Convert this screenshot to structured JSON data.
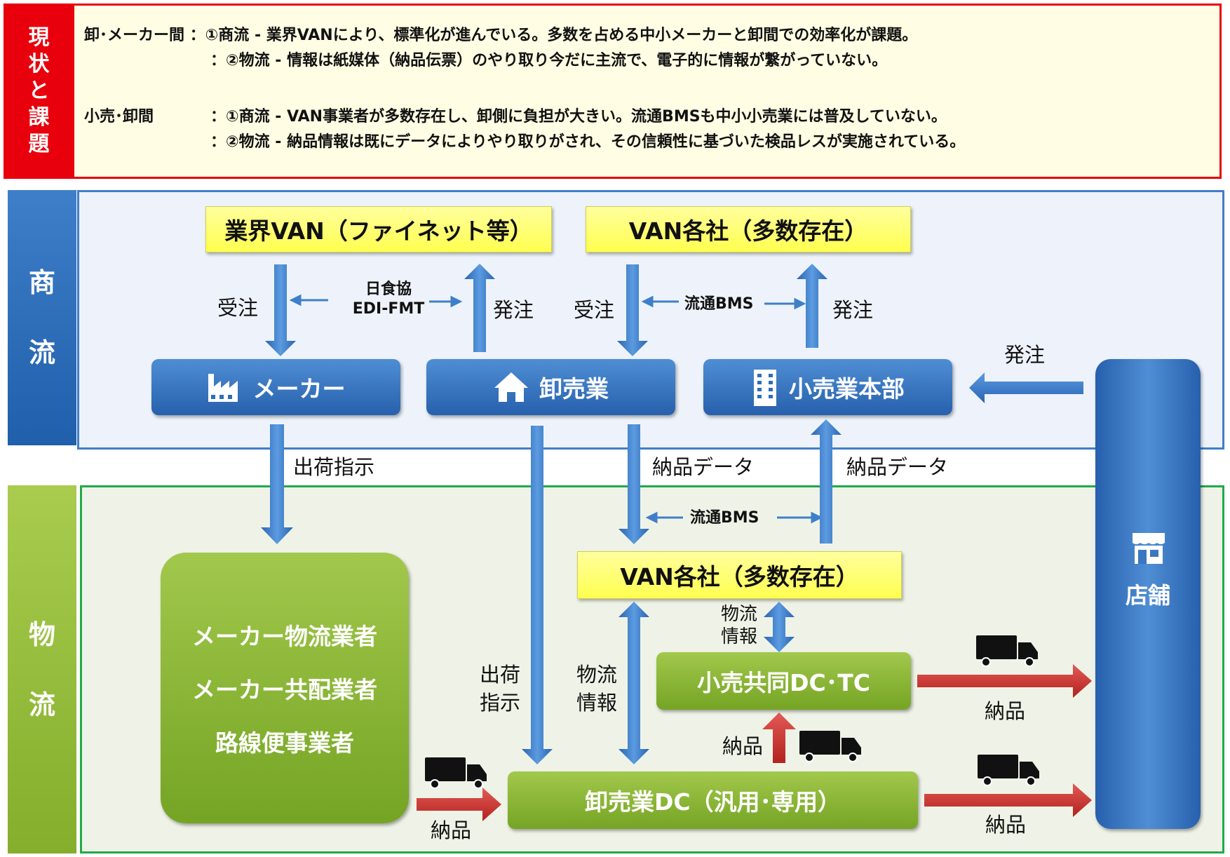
{
  "issues": {
    "tag": [
      "現",
      "状",
      "と",
      "課",
      "題"
    ],
    "lines": [
      "卸･メーカー間 ：①商流 - 業界VANにより、標準化が進んでいる。多数を占める中小メーカーと卸間での効率化が課題。",
      "：②物流 - 情報は紙媒体（納品伝票）のやり取り今だに主流で、電子的に情報が繋がっていない。",
      "小売･卸間",
      "：①商流 - VAN事業者が多数存在し、卸側に負担が大きい。流通BMSも中小小売業には普及していない。",
      "：②物流 - 納品情報は既にデータによりやり取りがされ、その信頼性に基づいた検品レスが実施されている。"
    ]
  },
  "sections": {
    "shoryu": [
      "商",
      "流"
    ],
    "butsuryu": [
      "物",
      "流"
    ]
  },
  "boxes": {
    "industry_van": "業界VAN（ファイネット等）",
    "van_many_top": "VAN各社（多数存在）",
    "maker": "メーカー",
    "wholesale": "卸売業",
    "retail_hq": "小売業本部",
    "store": "店舗",
    "maker_logistics": [
      "メーカー物流業者",
      "メーカー共配業者",
      "路線便事業者"
    ],
    "van_many_bottom": "VAN各社（多数存在）",
    "retail_dc": "小売共同DC･TC",
    "wholesale_dc": "卸売業DC（汎用･専用）"
  },
  "labels": {
    "order_receive": "受注",
    "order_place": "発注",
    "edi": [
      "日食協",
      "EDI-FMT"
    ],
    "bms": "流通BMS",
    "shipping_instruction": "出荷指示",
    "shipping_instruction_stack": [
      "出荷",
      "指示"
    ],
    "delivery_data": "納品データ",
    "logistics_info": [
      "物流",
      "情報"
    ],
    "delivery": "納品"
  },
  "colors": {
    "red": "#e8000c",
    "blue": "#2f6db8",
    "green": "#8ab733",
    "yellow": "#ffff66",
    "red_arrow": "#c9302c"
  }
}
